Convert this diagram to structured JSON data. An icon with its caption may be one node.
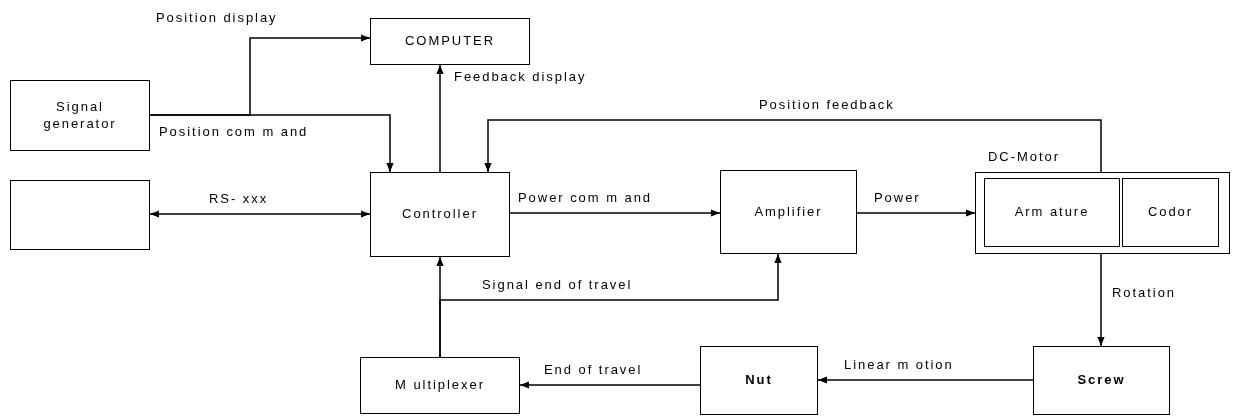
{
  "diagram": {
    "nodes": [
      {
        "text": [
          "COMPUTER"
        ]
      },
      {
        "text": [
          "Signal generator"
        ]
      },
      {
        "text": [],
        "shape": "box"
      },
      {
        "text": [
          "Controller"
        ]
      },
      {
        "text": [
          "Amplifier"
        ]
      },
      {
        "text": [
          "DC-Motor"
        ]
      },
      {
        "text": [
          "Arm ature"
        ],
        "in": 5
      },
      {
        "text": [
          "Codor"
        ],
        "in": 5
      },
      {
        "text": [
          "M ultiplexer"
        ]
      },
      {
        "text": [
          "Nut"
        ]
      },
      {
        "text": [
          "Screw"
        ]
      }
    ],
    "edges": [
      {
        "from": 1,
        "to": 3,
        "arrow": "to",
        "label": "Position com m and"
      },
      {
        "from": 1,
        "to": 0,
        "arrow": "to",
        "label": "Position display"
      },
      {
        "from": 3,
        "to": 0,
        "arrow": "to",
        "label": "Feedback display"
      },
      {
        "from": 5,
        "to": 3,
        "arrow": "to",
        "label": "Position feedback"
      },
      {
        "from": 3,
        "to": 2,
        "arrow": "both",
        "label": "RS- xxx"
      },
      {
        "from": 3,
        "to": 4,
        "arrow": "to",
        "label": "Power com m and"
      },
      {
        "from": 8,
        "to": 3,
        "arrow": "to"
      },
      {
        "from": 8,
        "to": 4,
        "arrow": "to",
        "label": "Signal end of travel"
      },
      {
        "from": 4,
        "to": 5,
        "arrow": "to",
        "label": "Power"
      },
      {
        "from": 5,
        "to": 10,
        "arrow": "to",
        "label": "Rotation"
      },
      {
        "from": 10,
        "to": 9,
        "arrow": "to",
        "label": "Linear m otion"
      },
      {
        "from": 9,
        "to": 8,
        "arrow": "to",
        "label": "End of travel"
      }
    ]
  }
}
